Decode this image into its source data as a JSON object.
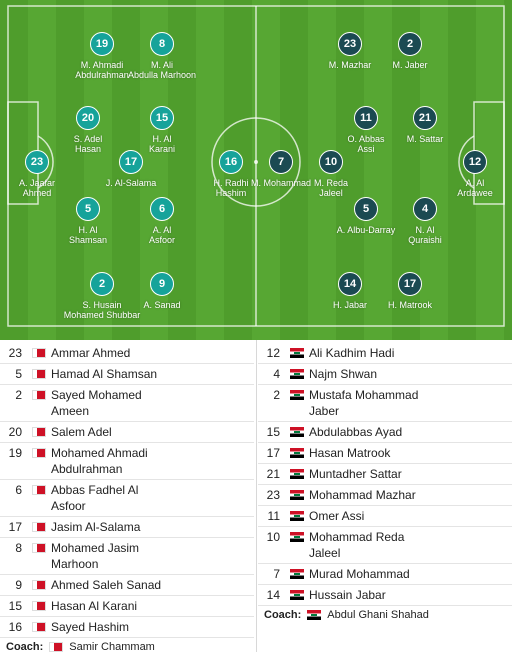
{
  "home": {
    "players": [
      {
        "num": "19",
        "label": "M. Ahmadi\nAbdulrahman"
      },
      {
        "num": "8",
        "label": "M. Ali\nAbdulla Marhoon"
      },
      {
        "num": "20",
        "label": "S. Adel\nHasan"
      },
      {
        "num": "15",
        "label": "H. Al\nKarani"
      },
      {
        "num": "23",
        "label": "A. Jaafar\nAhmed"
      },
      {
        "num": "17",
        "label": "J. Al-Salama"
      },
      {
        "num": "5",
        "label": "H. Al\nShamsan"
      },
      {
        "num": "6",
        "label": "A. Al\nAsfoor"
      },
      {
        "num": "2",
        "label": "S. Husain\nMohamed Shubbar"
      },
      {
        "num": "9",
        "label": "A. Sanad"
      },
      {
        "num": "16",
        "label": "H. Radhi\nHashim"
      }
    ],
    "lineup": [
      {
        "num": "23",
        "name": "Ammar Ahmed"
      },
      {
        "num": "5",
        "name": "Hamad Al Shamsan"
      },
      {
        "num": "2",
        "name": "Sayed Mohamed\nAmeen"
      },
      {
        "num": "20",
        "name": "Salem Adel"
      },
      {
        "num": "19",
        "name": "Mohamed Ahmadi\nAbdulrahman"
      },
      {
        "num": "6",
        "name": "Abbas Fadhel Al\nAsfoor"
      },
      {
        "num": "17",
        "name": "Jasim Al-Salama"
      },
      {
        "num": "8",
        "name": "Mohamed Jasim\nMarhoon"
      },
      {
        "num": "9",
        "name": "Ahmed Saleh Sanad"
      },
      {
        "num": "15",
        "name": "Hasan Al Karani"
      },
      {
        "num": "16",
        "name": "Sayed Hashim"
      }
    ],
    "coach_label": "Coach:",
    "coach": "Samir Chammam"
  },
  "away": {
    "players": [
      {
        "num": "23",
        "label": "M. Mazhar"
      },
      {
        "num": "2",
        "label": "M. Jaber"
      },
      {
        "num": "11",
        "label": "O. Abbas\nAssi"
      },
      {
        "num": "21",
        "label": "M. Sattar"
      },
      {
        "num": "7",
        "label": "M. Mohammad"
      },
      {
        "num": "10",
        "label": "M. Reda\nJaleel"
      },
      {
        "num": "12",
        "label": "A. Al\nArdawee"
      },
      {
        "num": "5",
        "label": "A. Albu-Darray"
      },
      {
        "num": "4",
        "label": "N. Al\nQuraishi"
      },
      {
        "num": "14",
        "label": "H. Jabar"
      },
      {
        "num": "17",
        "label": "H. Matrook"
      }
    ],
    "lineup": [
      {
        "num": "12",
        "name": "Ali Kadhim Hadi"
      },
      {
        "num": "4",
        "name": "Najm Shwan"
      },
      {
        "num": "2",
        "name": "Mustafa Mohammad\nJaber"
      },
      {
        "num": "15",
        "name": "Abdulabbas Ayad"
      },
      {
        "num": "17",
        "name": "Hasan Matrook"
      },
      {
        "num": "21",
        "name": "Muntadher Sattar"
      },
      {
        "num": "23",
        "name": "Mohammad Mazhar"
      },
      {
        "num": "11",
        "name": "Omer Assi"
      },
      {
        "num": "10",
        "name": "Mohammad Reda\nJaleel"
      },
      {
        "num": "7",
        "name": "Murad Mohammad"
      },
      {
        "num": "14",
        "name": "Hussain Jabar"
      }
    ],
    "coach_label": "Coach:",
    "coach": "Abdul Ghani Shahad"
  },
  "colors": {
    "home": "#16a39a",
    "away": "#1b4a52",
    "pitch": "#4f9d2c"
  },
  "icons": {
    "home_flag": "bahrain-flag-icon",
    "away_flag": "iraq-flag-icon"
  }
}
